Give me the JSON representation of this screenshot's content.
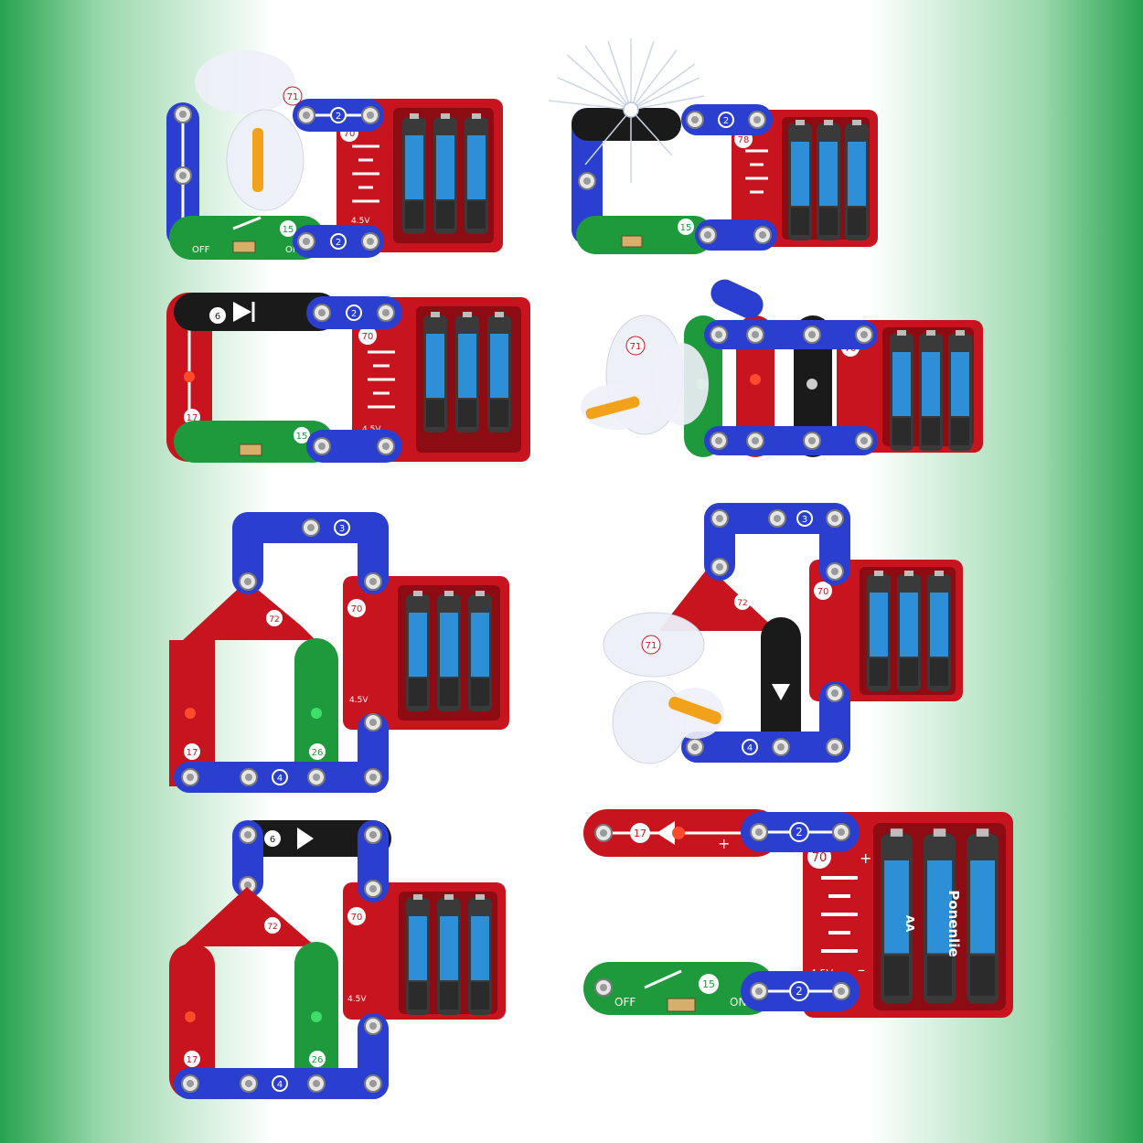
{
  "labels": {
    "battery_pack_id": "70",
    "battery_voltage": "4.5V",
    "battery_brand": "Ponenlie",
    "battery_size": "AA",
    "wire_2": "2",
    "wire_3": "3",
    "wire_4": "4",
    "switch_id": "15",
    "switch_off": "OFF",
    "switch_on": "ON",
    "motor_id": "71",
    "fiber_lamp_id": "78",
    "diode_id": "6",
    "red_led_id": "17",
    "green_led_id": "26",
    "ic_module_id": "72",
    "plus": "+",
    "minus": "–"
  },
  "colors": {
    "red_board": "#c8141e",
    "wire_blue": "#2a3fd0",
    "switch_green": "#1e9a3c",
    "diode_black": "#1a1a1a",
    "battery_blue": "#2d8fd8",
    "bg_green": "#27a24f"
  },
  "icons": [
    "fan-blade-icon",
    "fiber-optic-lamp-icon",
    "battery-cell-icon",
    "snap-button-icon",
    "led-icon",
    "diode-icon",
    "switch-icon"
  ]
}
